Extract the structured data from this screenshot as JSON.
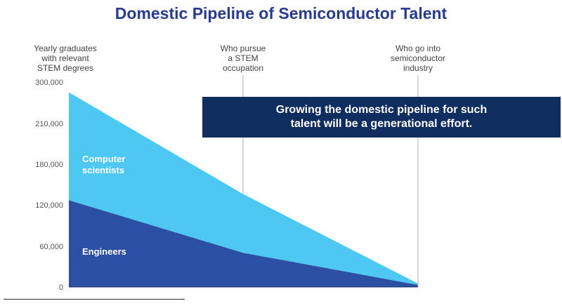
{
  "chart_data": {
    "type": "area",
    "title": "Domestic Pipeline of Semiconductor Talent",
    "categories": [
      "Yearly graduates with relevant STEM degrees",
      "Who pursue a STEM occupation",
      "Who go into semiconductor industry"
    ],
    "stacked": true,
    "series": [
      {
        "name": "Engineers",
        "values": [
          127000,
          50000,
          3000
        ]
      },
      {
        "name": "Computer scientists",
        "values": [
          158000,
          86000,
          2000
        ]
      }
    ],
    "y_tick_labels": [
      "0",
      "60,000",
      "120,000",
      "180,000",
      "210,000",
      "300,000"
    ],
    "ylim": [
      0,
      300000
    ],
    "grid": false,
    "legend": "none",
    "annotation": "Growing the domestic pipeline for such talent will be a generational effort.",
    "colors": {
      "Engineers": "#2a4fa3",
      "Computer scientists": "#4dc8f2",
      "title": "#273a8f",
      "callout_bg": "#0f2d5e"
    }
  },
  "stage_labels": [
    "Yearly graduates\nwith relevant\nSTEM degrees",
    "Who pursue\na STEM\noccupation",
    "Who go into\nsemiconductor\nindustry"
  ],
  "callout_lines": [
    "Growing the domestic pipeline for such",
    "talent will be a generational effort."
  ],
  "area_labels": {
    "cs": "Computer\nscientists",
    "eng": "Engineers"
  }
}
